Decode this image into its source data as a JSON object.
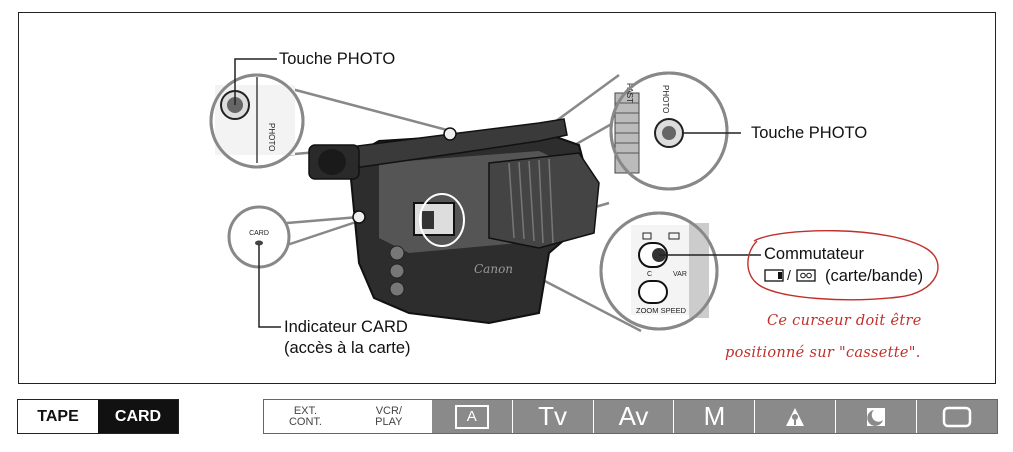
{
  "figure": {
    "labels": {
      "photo_top": "Touche PHOTO",
      "photo_right": "Touche PHOTO",
      "commutateur": "Commutateur",
      "carte_bande": "(carte/bande)",
      "indicateur": "Indicateur CARD",
      "acces": "(accès à la carte)"
    },
    "handwritten_note": {
      "line1": "Ce curseur doit être",
      "line2": "positionné sur \"cassette\"."
    },
    "small_text": {
      "photo_vertical": "PHOTO",
      "fast_vertical": "FAST",
      "card": "CARD",
      "zoom_speed": "ZOOM SPEED",
      "var": "VAR",
      "c": "C",
      "canon": "Canon"
    },
    "colors": {
      "annotation_red": "#c0302a"
    }
  },
  "media_switch": {
    "tape": "TAPE",
    "card": "CARD",
    "selected": "CARD"
  },
  "modes": {
    "ext_cont": [
      "EXT.",
      "CONT."
    ],
    "vcr_play": [
      "VCR/",
      "PLAY"
    ],
    "dark": [
      {
        "label": "A",
        "icon": "auto-mode-icon"
      },
      {
        "label": "Tv",
        "icon": ""
      },
      {
        "label": "Av",
        "icon": ""
      },
      {
        "label": "M",
        "icon": ""
      },
      {
        "label": "",
        "icon": "spotlight-icon"
      },
      {
        "label": "",
        "icon": "night-moon-icon"
      },
      {
        "label": "",
        "icon": "frame-icon"
      }
    ]
  }
}
